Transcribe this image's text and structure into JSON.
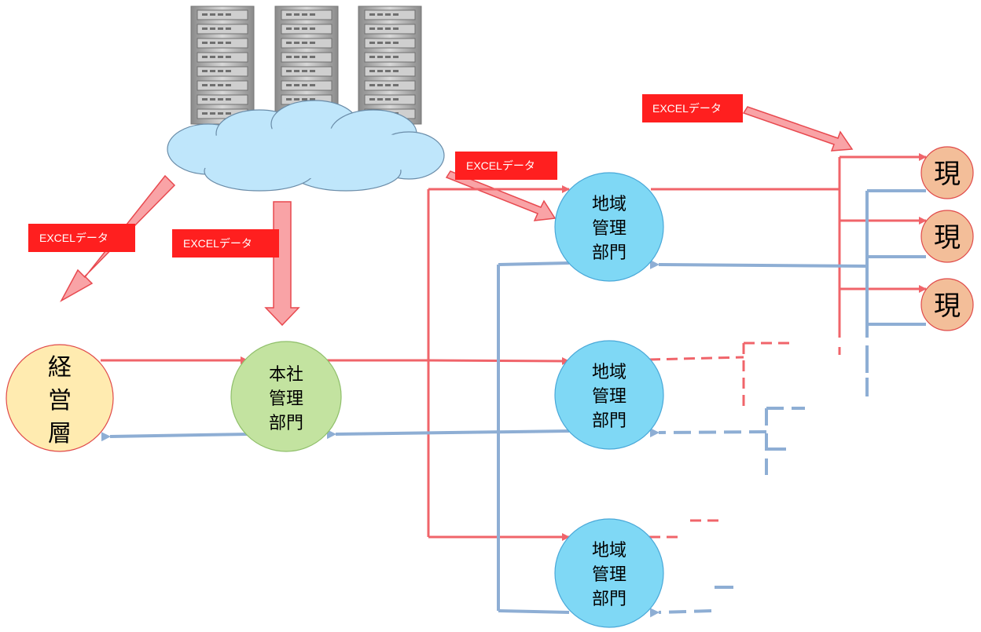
{
  "colors": {
    "red_line": "#f0646a",
    "blue_line": "#8eaed4",
    "label_bg": "#ff1f1f",
    "big_arrow_fill": "#f9a3a6",
    "big_arrow_stroke": "#e8494f",
    "cloud": "#bfe6fb",
    "keiei": "#ffebb0",
    "honsha": "#c3e3a0",
    "chiiki": "#7fd8f5",
    "genba": "#f3be99"
  },
  "labels": {
    "excel_top_right": "EXCELデータ",
    "excel_middle": "EXCELデータ",
    "excel_left": "EXCELデータ",
    "excel_center": "EXCELデータ"
  },
  "nodes": {
    "keiei": [
      "経",
      "営",
      "層"
    ],
    "honsha": [
      "本社",
      "管理",
      "部門"
    ],
    "chiiki_1": [
      "地域",
      "管理",
      "部門"
    ],
    "chiiki_2": [
      "地域",
      "管理",
      "部門"
    ],
    "chiiki_3": [
      "地域",
      "管理",
      "部門"
    ],
    "genba_1": "現",
    "genba_2": "現",
    "genba_3": "現"
  },
  "icons": [
    "server-rack-icon",
    "cloud-icon"
  ]
}
